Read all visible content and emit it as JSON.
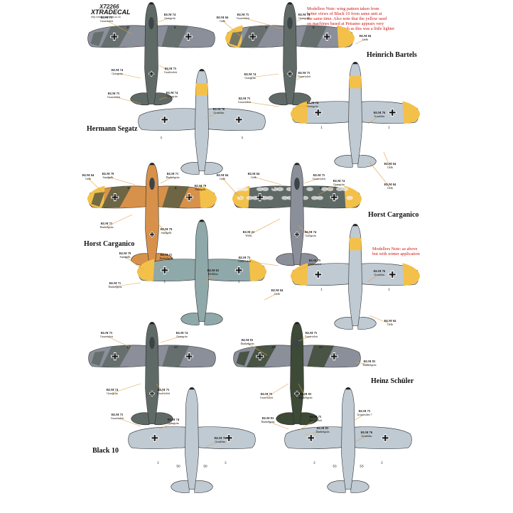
{
  "brand": {
    "code": "X72266",
    "name": "XTRADECAL",
    "url": "http://www.hannants.co.uk"
  },
  "notes": {
    "top": [
      "Modellers Note: wing pattern taken from",
      "better views of Black 10 from same unit at",
      "the same time. Also note that the yellow used",
      "on machines based at Petsamo appears very",
      "light and maybe Finnish as this was a little lighter"
    ],
    "middle": [
      "Modellers Note: as above",
      "but with winter application"
    ]
  },
  "pilots": {
    "p1": "Hermann Segatz",
    "p2": "Heinrich Bartels",
    "p3": "Horst Carganico",
    "p4": "Horst Carganico",
    "p5": "Heinz Schüler",
    "p6": "Black 10"
  },
  "colors": {
    "rlm74": "#5f6a66",
    "rlm75": "#8b8f9a",
    "rlm76": "#bfcad3",
    "rlm04": "#f3c14a",
    "rlm79": "#d7914a",
    "rlm71": "#5b5d43",
    "rlm83": "#3d4a36",
    "rlm21": "#f4f4f2",
    "rlm65": "#8fa8a9",
    "leader": "#e3a04a"
  },
  "callouts": {
    "s1": [
      {
        "code": "RLM 75",
        "name": "Grauviolett"
      },
      {
        "code": "RLM 74",
        "name": "Graugrün"
      },
      {
        "code": "RLM 74",
        "name": "Graugrün"
      },
      {
        "code": "RLM 75",
        "name": "Grauviolett"
      },
      {
        "code": "RLM 75",
        "name": "Grauviolett"
      },
      {
        "code": "RLM 74",
        "name": "Graugrün"
      }
    ],
    "s2": [
      {
        "code": "RLM 04",
        "name": "Gelb"
      },
      {
        "code": "RLM 75",
        "name": "Grauviolett"
      },
      {
        "code": "RLM 74",
        "name": "Graugrün"
      },
      {
        "code": "RLM 04",
        "name": "Gelb"
      },
      {
        "code": "RLM 74",
        "name": "Graugrün"
      },
      {
        "code": "RLM 75",
        "name": "Grauviolett"
      },
      {
        "code": "RLM 75",
        "name": "Grauviolett"
      },
      {
        "code": "RLM 74",
        "name": "Graugrün"
      }
    ],
    "b1": [
      {
        "code": "RLM 76",
        "name": "Graublau"
      }
    ],
    "b2": [
      {
        "code": "RLM 76",
        "name": "Graublau"
      },
      {
        "code": "RLM 04",
        "name": "Gelb"
      },
      {
        "code": "RLM 04",
        "name": "Gelb"
      }
    ],
    "s3": [
      {
        "code": "RLM 04",
        "name": "Gelb"
      },
      {
        "code": "RLM 79",
        "name": "Sandgelb"
      },
      {
        "code": "RLM 71",
        "name": "Dunkelgrün"
      },
      {
        "code": "RLM 79",
        "name": "Sandgelb"
      },
      {
        "code": "RLM 71",
        "name": "Dunkelgrün"
      },
      {
        "code": "RLM 79",
        "name": "Sandgelb"
      },
      {
        "code": "RLM 79",
        "name": "Sandgelb"
      },
      {
        "code": "RLM 71",
        "name": "Dunkelgrün"
      },
      {
        "code": "RLM 71",
        "name": "Dunkelgrün"
      }
    ],
    "s4": [
      {
        "code": "RLM 04",
        "name": "Gelb"
      },
      {
        "code": "RLM 04",
        "name": "Gelb"
      },
      {
        "code": "RLM 75",
        "name": "Grauviolett"
      },
      {
        "code": "RLM 74",
        "name": "Graugrün"
      },
      {
        "code": "RLM 21",
        "name": "Weiss"
      },
      {
        "code": "RLM 74",
        "name": "Graugrün"
      },
      {
        "code": "RLM 75",
        "name": "Grauviolett"
      },
      {
        "code": "RLM 75",
        "name": "Grauviolett"
      },
      {
        "code": "RLM 74",
        "name": "Graugrün"
      }
    ],
    "b3": [
      {
        "code": "RLM 65",
        "name": "Hellblau"
      },
      {
        "code": "RLM 04",
        "name": "Gelb"
      }
    ],
    "b4": [
      {
        "code": "RLM 76",
        "name": "Graublau"
      },
      {
        "code": "RLM 04",
        "name": "Gelb"
      }
    ],
    "s5": [
      {
        "code": "RLM 75",
        "name": "Grauviolett"
      },
      {
        "code": "RLM 74",
        "name": "Graugrün"
      },
      {
        "code": "RLM 74",
        "name": "Graugrün"
      },
      {
        "code": "RLM 75",
        "name": "Grauviolett"
      },
      {
        "code": "RLM 75",
        "name": "Grauviolett"
      },
      {
        "code": "RLM 74",
        "name": "Graugrün"
      }
    ],
    "s6": [
      {
        "code": "RLM 83",
        "name": "Dunkelgrün"
      },
      {
        "code": "RLM 75",
        "name": "Grauviolett"
      },
      {
        "code": "RLM 83",
        "name": "Dunkelgrün"
      },
      {
        "code": "RLM 75",
        "name": "Grauviolett"
      },
      {
        "code": "RLM 83",
        "name": "Dunkelgrün"
      },
      {
        "code": "RLM 83",
        "name": "Dunkelgrün"
      },
      {
        "code": "RLM 75",
        "name": "Grauviolett"
      },
      {
        "code": "RLM 83",
        "name": "Dunkelgrün"
      }
    ],
    "b5": [
      {
        "code": "RLM 76",
        "name": "Graublau"
      }
    ],
    "b6": [
      {
        "code": "RLM 75",
        "name": "Grauviolett ?"
      },
      {
        "code": "RLM 76",
        "name": "Graublau"
      }
    ]
  },
  "numbers": {
    "s1": [
      "8",
      "8"
    ],
    "b1": [
      "1",
      "1"
    ],
    "s2": [
      "8",
      "8"
    ],
    "b2": [
      "1",
      "1"
    ],
    "s3": [
      "8",
      "8"
    ],
    "b3": [
      "1",
      "1"
    ],
    "s4": [
      "8",
      "8"
    ],
    "b4": [
      "1",
      "1"
    ],
    "s5": [
      "10",
      "10"
    ],
    "s6": [
      "10",
      "10"
    ],
    "b5": [
      "2",
      "50",
      "50",
      "2"
    ],
    "b6": [
      "2",
      "53",
      "53",
      "2"
    ]
  }
}
